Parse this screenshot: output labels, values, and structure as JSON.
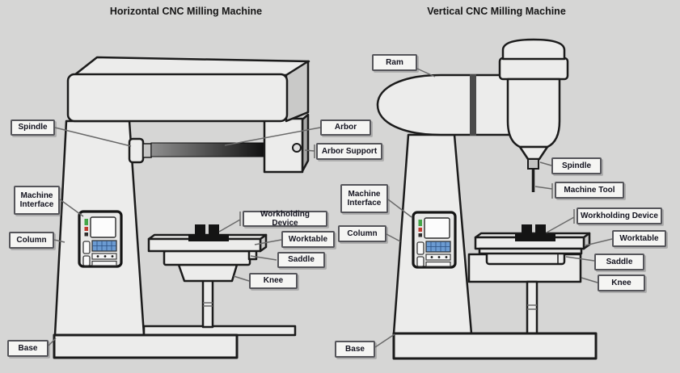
{
  "titles": {
    "left": "Horizontal CNC Milling Machine",
    "right": "Vertical CNC Milling Machine"
  },
  "left_labels": {
    "spindle": "Spindle",
    "machine_interface": "Machine Interface",
    "column": "Column",
    "base": "Base",
    "arbor": "Arbor",
    "arbor_support": "Arbor Support",
    "workholding_device": "Workholding Device",
    "worktable": "Worktable",
    "saddle": "Saddle",
    "knee": "Knee"
  },
  "right_labels": {
    "ram": "Ram",
    "spindle": "Spindle",
    "machine_tool": "Machine Tool",
    "machine_interface": "Machine Interface",
    "column": "Column",
    "base": "Base",
    "workholding_device": "Workholding Device",
    "worktable": "Worktable",
    "saddle": "Saddle",
    "knee": "Knee"
  },
  "colors": {
    "background": "#d6d6d5",
    "machine_fill": "#ececeb",
    "machine_side": "#c9c9c8",
    "outline": "#1b1b1b",
    "label_background": "#f5f5f3",
    "label_border": "#55555a",
    "label_text": "#13131f",
    "title_text": "#161616",
    "leader": "#6a6a6a",
    "keypad_blue": "#6b9bd2",
    "indicator_green": "#44a548",
    "indicator_red": "#c03a30"
  }
}
